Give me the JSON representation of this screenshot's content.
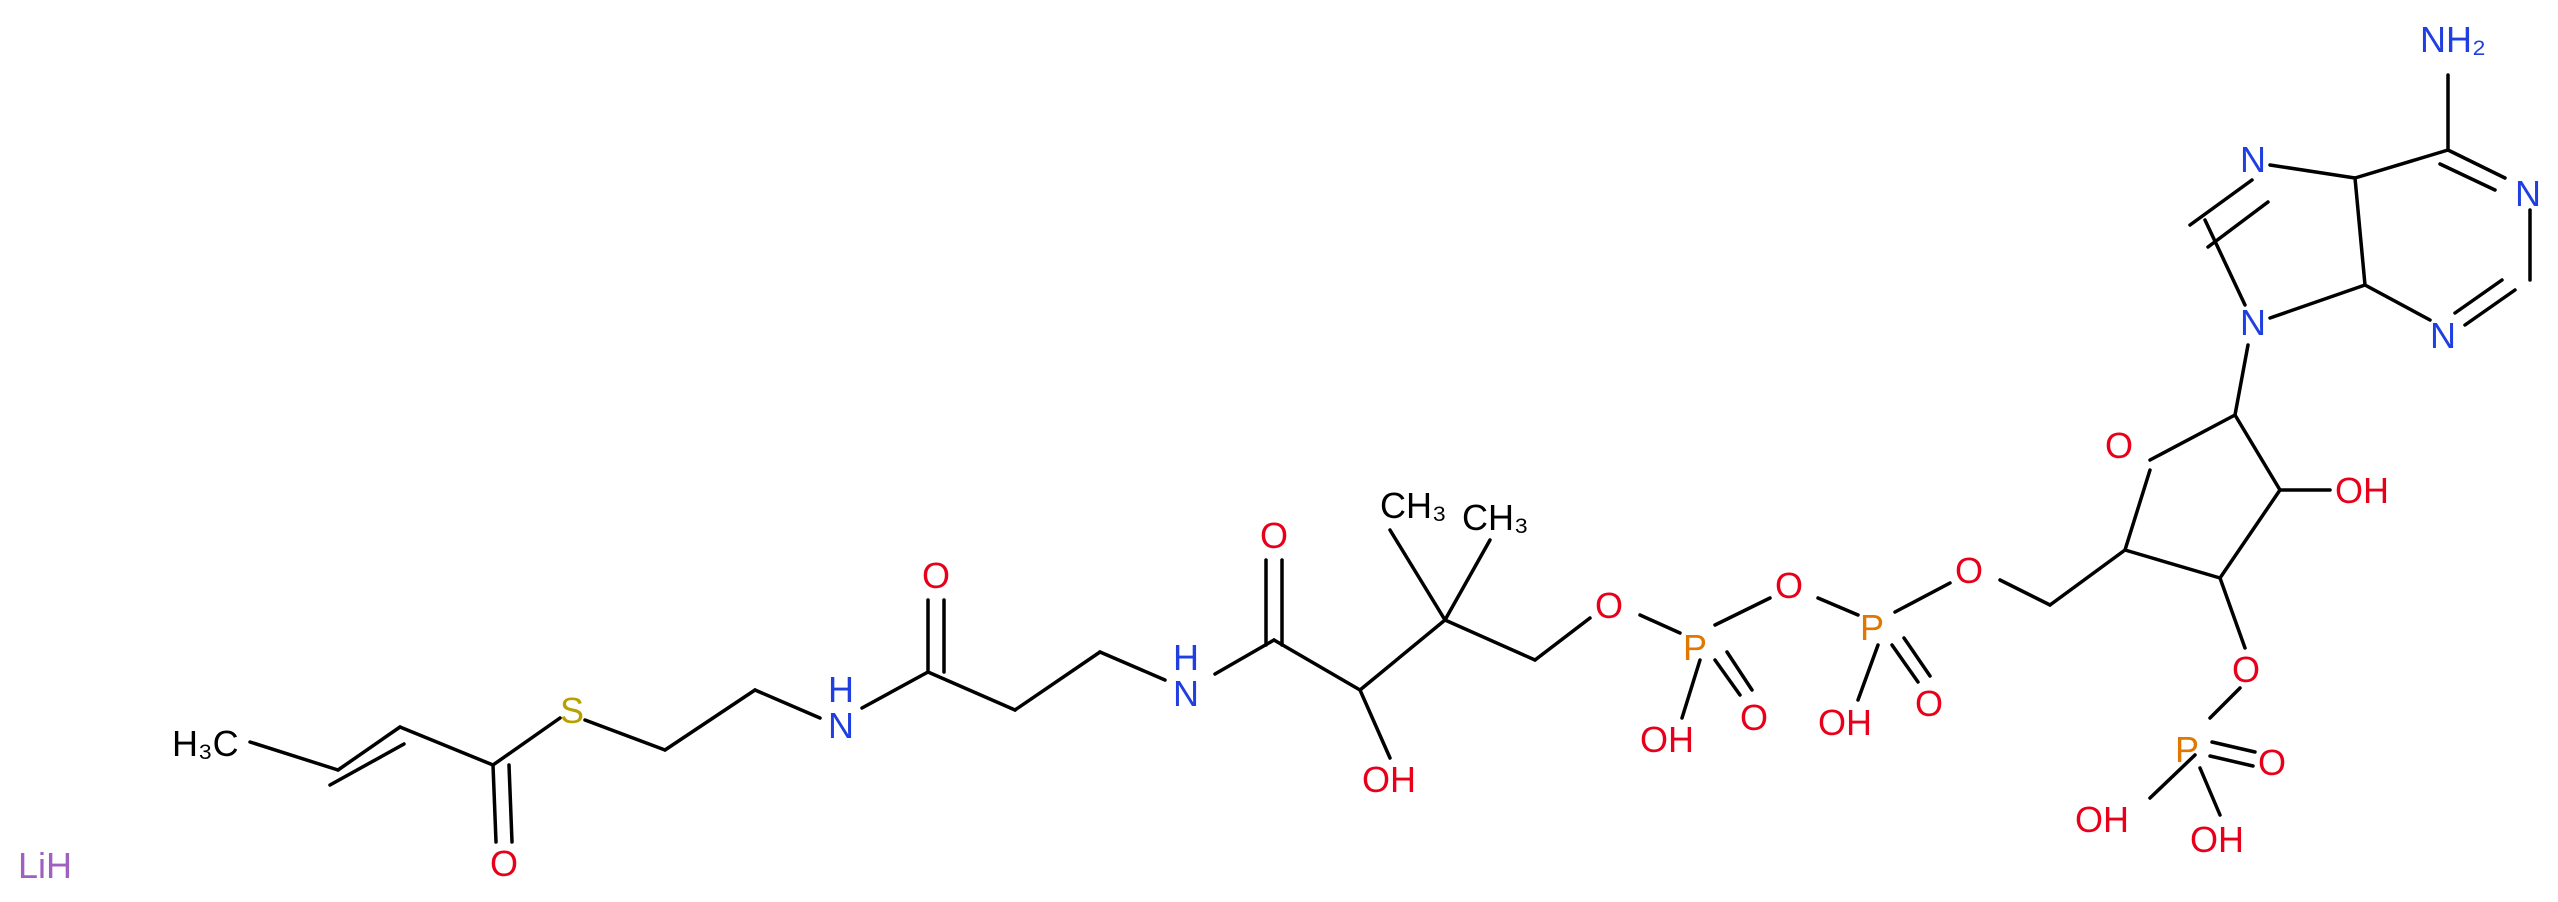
{
  "atoms": {
    "H3C": "H₃C",
    "S": "S",
    "O_thioester": "O",
    "NH_1": "N",
    "H_1": "H",
    "O_amide1": "O",
    "NH_2": "N",
    "H_2": "H",
    "O_amide2": "O",
    "CH3_a": "CH₃",
    "CH3_b": "CH₃",
    "OH_pant": "OH",
    "O_link1": "O",
    "P1": "P",
    "O_link2": "O",
    "OH_P1": "OH",
    "O_P1": "O",
    "P2": "P",
    "O_link3": "O",
    "OH_P2": "OH",
    "O_P2": "O",
    "O_ring": "O",
    "OH_ribose": "OH",
    "O_link4": "O",
    "P3": "P",
    "O_P3": "O",
    "OH_P3a": "OH",
    "OH_P3b": "OH",
    "N9": "N",
    "N7": "N",
    "N1": "N",
    "N3": "N",
    "NH2": "NH₂",
    "LiH": "LiH"
  },
  "colors": {
    "carbon": "#000000",
    "oxygen": "#e8001a",
    "nitrogen": "#1f3fe0",
    "sulfur": "#b8a000",
    "phosphorus": "#e07800",
    "lithium": "#a060c0"
  }
}
